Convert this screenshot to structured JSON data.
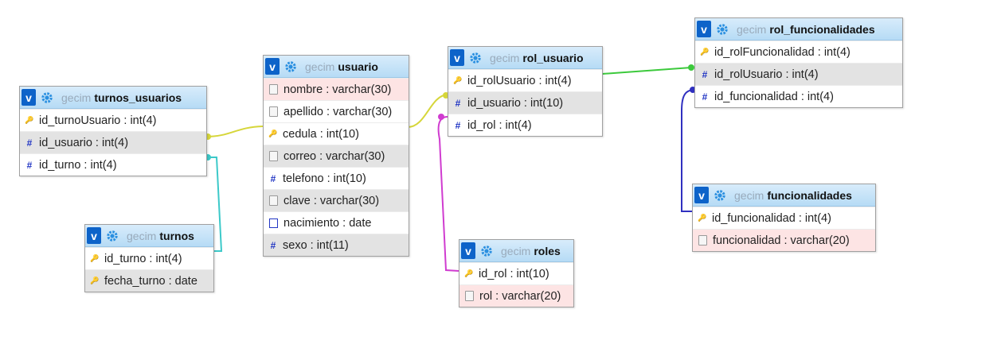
{
  "db_name": "gecim",
  "icons": {
    "toggle": "v",
    "settings": "gear-icon",
    "primary": "key-icon",
    "numeric": "hash-icon",
    "text": "doc-icon",
    "date": "calendar-icon"
  },
  "colors": {
    "header_blue": "#0d63c9",
    "link_yellow": "#d6d63a",
    "link_cyan": "#3cc9c9",
    "link_green": "#3cc93c",
    "link_magenta": "#d03cd0",
    "link_blue": "#3030c0"
  },
  "tables": {
    "turnos_usuarios": {
      "name": "turnos_usuarios",
      "fields": [
        {
          "label": "id_turnoUsuario : int(4)",
          "type": "key",
          "style": "plain"
        },
        {
          "label": "id_usuario : int(4)",
          "type": "hash",
          "style": "alt"
        },
        {
          "label": "id_turno : int(4)",
          "type": "hash",
          "style": "plain"
        }
      ]
    },
    "turnos": {
      "name": "turnos",
      "fields": [
        {
          "label": "id_turno : int(4)",
          "type": "key",
          "style": "plain"
        },
        {
          "label": "fecha_turno : date",
          "type": "key",
          "style": "alt"
        }
      ]
    },
    "usuario": {
      "name": "usuario",
      "fields": [
        {
          "label": "nombre : varchar(30)",
          "type": "doc",
          "style": "pink"
        },
        {
          "label": "apellido : varchar(30)",
          "type": "doc",
          "style": "plain"
        },
        {
          "label": "cedula : int(10)",
          "type": "key",
          "style": "plain"
        },
        {
          "label": "correo : varchar(30)",
          "type": "doc",
          "style": "alt"
        },
        {
          "label": "telefono : int(10)",
          "type": "hash",
          "style": "plain"
        },
        {
          "label": "clave : varchar(30)",
          "type": "doc",
          "style": "alt"
        },
        {
          "label": "nacimiento : date",
          "type": "cal",
          "style": "plain"
        },
        {
          "label": "sexo : int(11)",
          "type": "hash",
          "style": "alt"
        }
      ]
    },
    "rol_usuario": {
      "name": "rol_usuario",
      "fields": [
        {
          "label": "id_rolUsuario : int(4)",
          "type": "key",
          "style": "plain"
        },
        {
          "label": "id_usuario : int(10)",
          "type": "hash",
          "style": "alt"
        },
        {
          "label": "id_rol : int(4)",
          "type": "hash",
          "style": "plain"
        }
      ]
    },
    "roles": {
      "name": "roles",
      "fields": [
        {
          "label": "id_rol : int(10)",
          "type": "key",
          "style": "plain"
        },
        {
          "label": "rol : varchar(20)",
          "type": "doc",
          "style": "pink"
        }
      ]
    },
    "rol_funcionalidades": {
      "name": "rol_funcionalidades",
      "fields": [
        {
          "label": "id_rolFuncionalidad : int(4)",
          "type": "key",
          "style": "plain"
        },
        {
          "label": "id_rolUsuario : int(4)",
          "type": "hash",
          "style": "alt"
        },
        {
          "label": "id_funcionalidad : int(4)",
          "type": "hash",
          "style": "plain"
        }
      ]
    },
    "funcionalidades": {
      "name": "funcionalidades",
      "fields": [
        {
          "label": "id_funcionalidad : int(4)",
          "type": "key",
          "style": "plain"
        },
        {
          "label": "funcionalidad : varchar(20)",
          "type": "doc",
          "style": "pink"
        }
      ]
    }
  }
}
